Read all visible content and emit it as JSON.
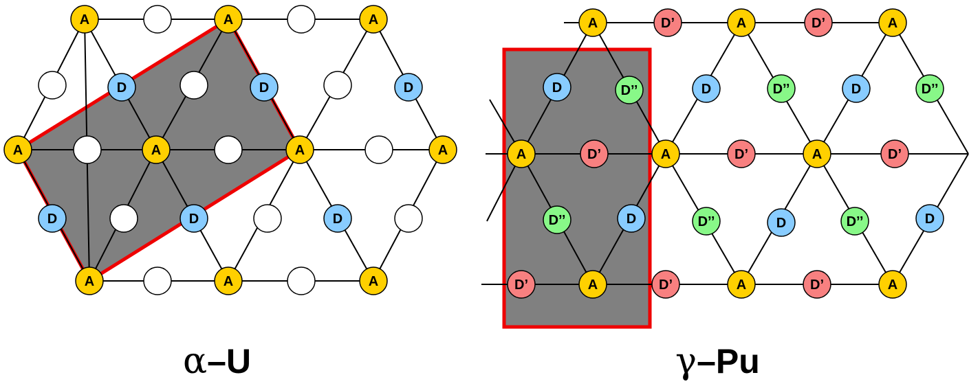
{
  "panels": [
    {
      "name": "alpha-U",
      "caption_greek": "α",
      "caption_text": "–U"
    },
    {
      "name": "gamma-Pu",
      "caption_greek": "γ",
      "caption_text": "–Pu"
    }
  ],
  "labels": {
    "A": "A",
    "D": "D",
    "Dp": "D’",
    "Dpp": "D’’"
  },
  "colors": {
    "A": "#FFD000",
    "D": "#88CCFF",
    "Dp": "#F88080",
    "Dpp": "#88F888",
    "empty": "#FFFFFF",
    "cell_fill": "#808080",
    "cell_border": "#EE0000",
    "line": "#000000"
  }
}
